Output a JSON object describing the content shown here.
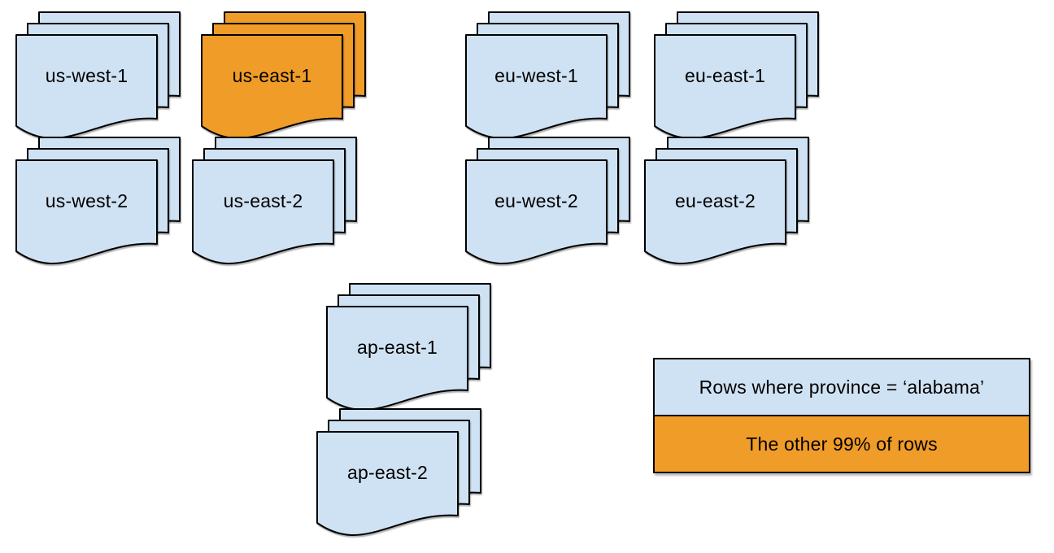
{
  "colors": {
    "document_blue": "#cfe2f3",
    "highlight_orange": "#f09c28",
    "stroke": "#000000"
  },
  "stacks": [
    {
      "id": "us-west-1",
      "label": "us-west-1",
      "variant": "blue"
    },
    {
      "id": "us-east-1",
      "label": "us-east-1",
      "variant": "orange"
    },
    {
      "id": "eu-west-1",
      "label": "eu-west-1",
      "variant": "blue"
    },
    {
      "id": "eu-east-1",
      "label": "eu-east-1",
      "variant": "blue"
    },
    {
      "id": "us-west-2",
      "label": "us-west-2",
      "variant": "blue"
    },
    {
      "id": "us-east-2",
      "label": "us-east-2",
      "variant": "blue"
    },
    {
      "id": "eu-west-2",
      "label": "eu-west-2",
      "variant": "blue"
    },
    {
      "id": "eu-east-2",
      "label": "eu-east-2",
      "variant": "blue"
    },
    {
      "id": "ap-east-1",
      "label": "ap-east-1",
      "variant": "blue"
    },
    {
      "id": "ap-east-2",
      "label": "ap-east-2",
      "variant": "blue"
    }
  ],
  "legend": {
    "items": [
      {
        "label": "Rows where province = ‘alabama’",
        "color": "#cfe2f3"
      },
      {
        "label": "The other 99% of rows",
        "color": "#f09c28"
      }
    ]
  }
}
